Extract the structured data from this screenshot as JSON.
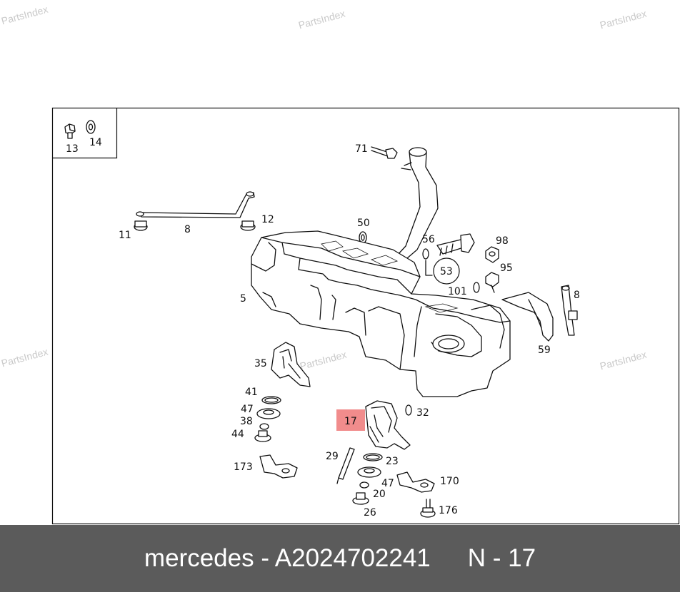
{
  "watermarks": [
    "PartsIndex",
    "PartsIndex",
    "PartsIndex",
    "PartsIndex",
    "PartsIndex",
    "PartsIndex"
  ],
  "diagram": {
    "inset_labels": [
      "13",
      "14"
    ],
    "callouts": {
      "c71": "71",
      "c11": "11",
      "c8a": "8",
      "c12": "12",
      "c50": "50",
      "c56": "56",
      "c98": "98",
      "c53": "53",
      "c95": "95",
      "c101": "101",
      "c5": "5",
      "c8b": "8",
      "c59": "59",
      "c35": "35",
      "c41": "41",
      "c47a": "47",
      "c38": "38",
      "c44": "44",
      "c173": "173",
      "c17": "17",
      "c32": "32",
      "c29": "29",
      "c23": "23",
      "c47b": "47",
      "c20": "20",
      "c26": "26",
      "c170": "170",
      "c176": "176"
    },
    "highlight_color": "#f08080"
  },
  "footer": {
    "part_text": "mercedes - A2024702241",
    "position_text": "N - 17"
  }
}
